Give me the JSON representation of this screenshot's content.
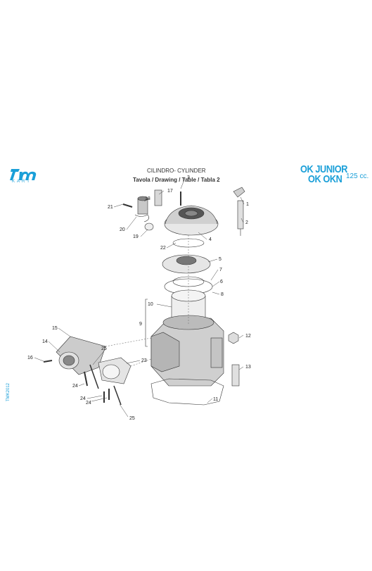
{
  "brand": {
    "logo_text": "tm",
    "sub_text": "KART",
    "color": "#1a9fd8"
  },
  "header": {
    "title": "CILINDRO- CYLINDER",
    "subtitle": "Tavola / Drawing / Table  / Tabla  2",
    "model_line1": "OK JUNIOR",
    "model_line2": "OK OKN",
    "displacement": "125 cc."
  },
  "side_code": "TMK2012",
  "callouts": [
    "1",
    "2",
    "3",
    "4",
    "5",
    "6",
    "7",
    "8",
    "9",
    "10",
    "11",
    "12",
    "13",
    "14",
    "15",
    "16",
    "17",
    "18",
    "19",
    "20",
    "21",
    "22",
    "23",
    "24",
    "24",
    "24",
    "25",
    "25"
  ]
}
